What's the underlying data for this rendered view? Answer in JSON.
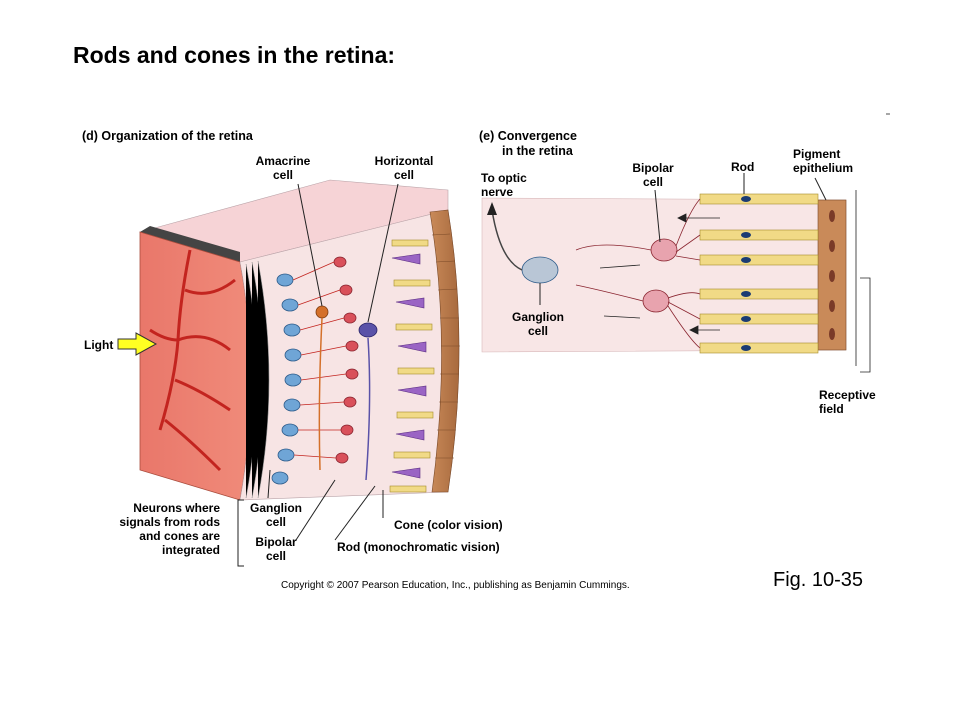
{
  "slide": {
    "title": "Rods and cones in the retina:",
    "figure_ref": "Fig. 10-35",
    "copyright": "Copyright © 2007 Pearson Education, Inc., publishing as Benjamin Cummings."
  },
  "panel_d": {
    "title": "(d) Organization of the retina",
    "labels": {
      "amacrine": [
        "Amacrine",
        "cell"
      ],
      "horizontal": [
        "Horizontal",
        "cell"
      ],
      "light": "Light",
      "neurons": [
        "Neurons where",
        "signals from rods",
        "and cones are",
        "integrated"
      ],
      "ganglion": [
        "Ganglion",
        "cell"
      ],
      "bipolar": [
        "Bipolar",
        "cell"
      ],
      "cone": "Cone (color vision)",
      "rod": "Rod (monochromatic vision)"
    }
  },
  "panel_e": {
    "title": [
      "(e) Convergence",
      "in the retina"
    ],
    "labels": {
      "optic": [
        "To optic",
        "nerve"
      ],
      "bipolar": [
        "Bipolar",
        "cell"
      ],
      "rod": "Rod",
      "pigment": [
        "Pigment",
        "epithelium"
      ],
      "ganglion": [
        "Ganglion",
        "cell"
      ],
      "receptive": [
        "Receptive",
        "field"
      ]
    }
  },
  "colors": {
    "tissue": "#e9776a",
    "vessel": "#c3241f",
    "retina_bg": "#f7e4e4",
    "ganglion_blue": "#6fa5d6",
    "bipolar_red": "#d9505a",
    "cone_purple": "#9a64c4",
    "rod_yellow": "#f1da86",
    "pigment_brown": "#c98a59",
    "arrow_yellow": "#ffff22"
  }
}
